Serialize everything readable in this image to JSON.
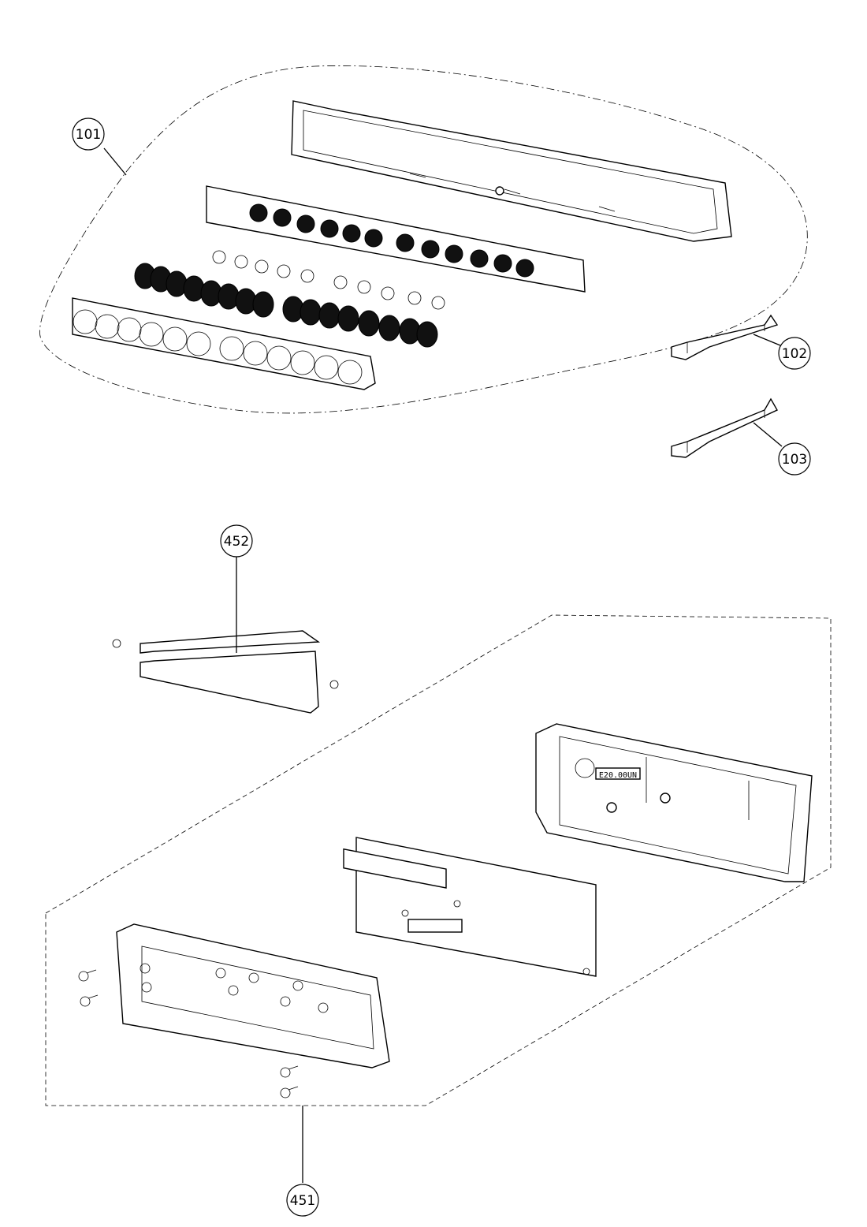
{
  "diagram": {
    "callouts": [
      {
        "id": "101",
        "text": "101"
      },
      {
        "id": "102",
        "text": "102"
      },
      {
        "id": "103",
        "text": "103"
      },
      {
        "id": "452",
        "text": "452"
      },
      {
        "id": "451",
        "text": "451"
      }
    ],
    "box_marking": "E20.00UN"
  },
  "colors": {
    "line": "#000000",
    "background": "#ffffff"
  }
}
